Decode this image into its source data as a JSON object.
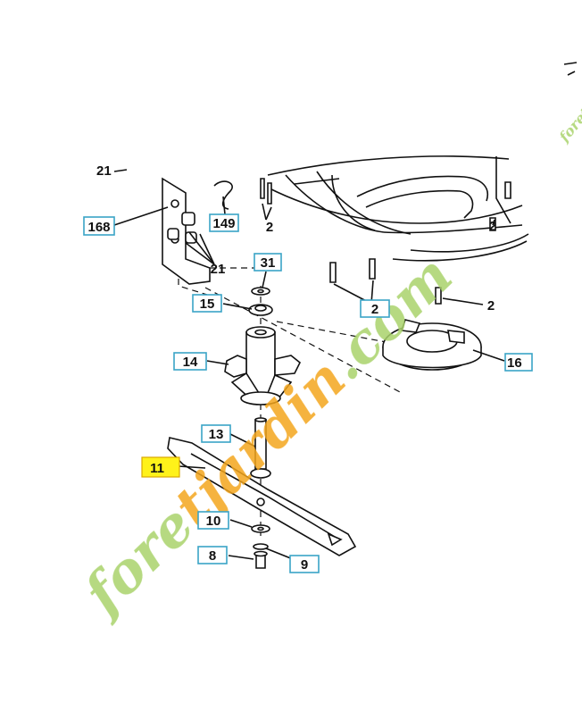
{
  "watermark": {
    "text": "foretjardin.com",
    "small_text": "foretjardin.com",
    "colors": {
      "orange": "#f4a61d",
      "green": "#a9d36b"
    }
  },
  "labels": [
    {
      "id": "168",
      "text": "168"
    },
    {
      "id": "149",
      "text": "149"
    },
    {
      "id": "2a",
      "text": "2"
    },
    {
      "id": "21a",
      "text": "21"
    },
    {
      "id": "21b",
      "text": "21"
    },
    {
      "id": "31",
      "text": "31"
    },
    {
      "id": "15",
      "text": "15"
    },
    {
      "id": "2b",
      "text": "2"
    },
    {
      "id": "2c",
      "text": "2"
    },
    {
      "id": "2d",
      "text": "2"
    },
    {
      "id": "14",
      "text": "14"
    },
    {
      "id": "16",
      "text": "16"
    },
    {
      "id": "13",
      "text": "13"
    },
    {
      "id": "11",
      "text": "11"
    },
    {
      "id": "10",
      "text": "10"
    },
    {
      "id": "8",
      "text": "8"
    },
    {
      "id": "9",
      "text": "9"
    }
  ],
  "highlight_color": "#fff21a",
  "label_border_color": "#3aa4c6"
}
